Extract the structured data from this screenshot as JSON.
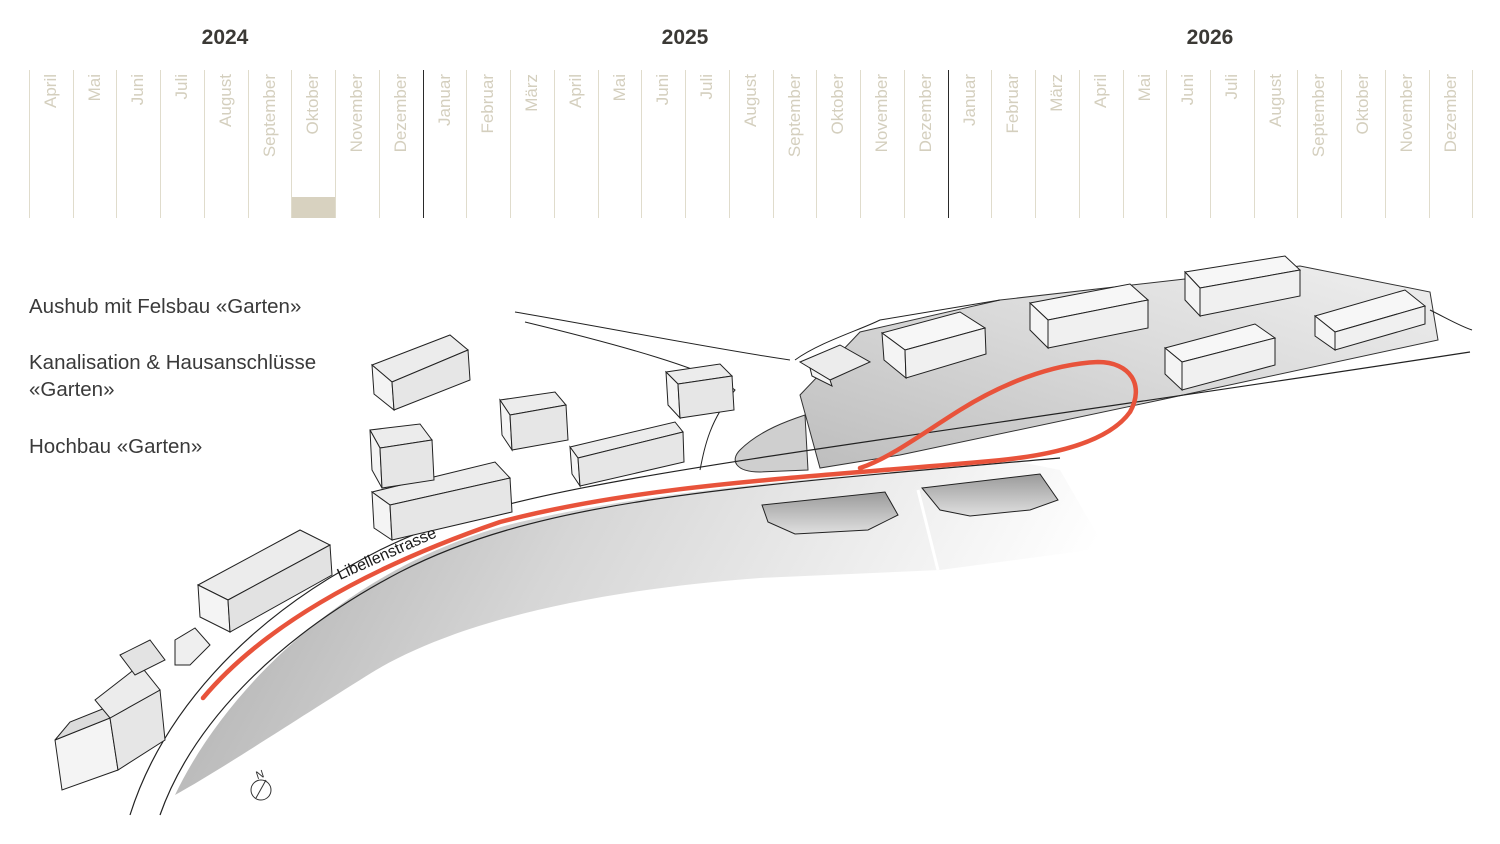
{
  "timeline": {
    "years": [
      {
        "label": "2024"
      },
      {
        "label": "2025"
      },
      {
        "label": "2026"
      }
    ],
    "months": [
      "April",
      "Mai",
      "Juni",
      "Juli",
      "August",
      "September",
      "Oktober",
      "November",
      "Dezember",
      "Januar",
      "Februar",
      "März",
      "April",
      "Mai",
      "Juni",
      "Juli",
      "August",
      "September",
      "Oktober",
      "November",
      "Dezember",
      "Januar",
      "Februar",
      "März",
      "April",
      "Mai",
      "Juni",
      "Juli",
      "August",
      "September",
      "Oktober",
      "November",
      "Dezember"
    ],
    "active_month": "Oktober 2024",
    "colors": {
      "month_text": "#d4cfbe",
      "grid": "#e0dccc",
      "year_sep": "#2a2a2a",
      "active": "#d8d2c0"
    }
  },
  "legend": {
    "items": [
      {
        "label": "Aushub mit Felsbau «Garten»"
      },
      {
        "label": "Kanalisation & Hausanschlüsse\n«Garten»"
      },
      {
        "label": "Hochbau «Garten»"
      }
    ]
  },
  "map": {
    "street_name": "Libellenstrasse",
    "north_label": "N",
    "route_color": "#e8533b"
  }
}
